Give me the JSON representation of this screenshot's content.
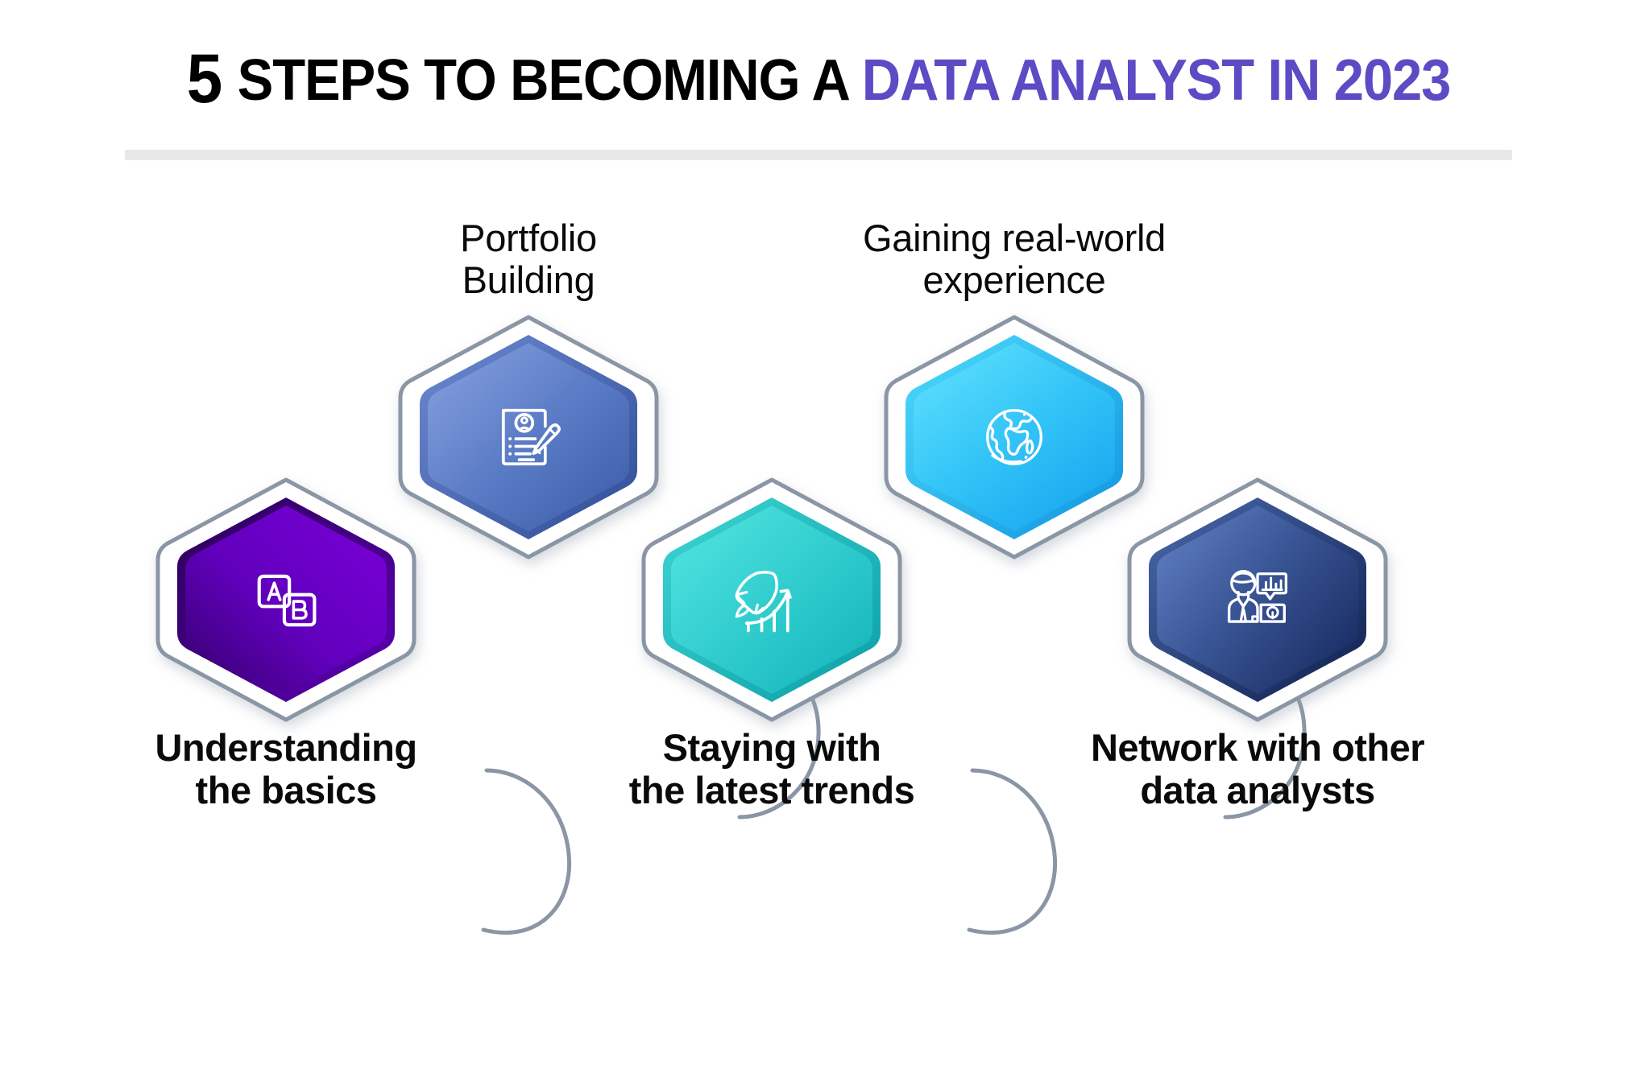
{
  "header": {
    "title_number": "5",
    "title_plain": " STEPS TO BECOMING A ",
    "title_accent": "DATA ANALYST IN 2023",
    "accent_color": "#5b4bc4",
    "rule_color": "#e8e8e8"
  },
  "diagram": {
    "type": "hexagon-step-flow",
    "step_count": 5,
    "connector_color": "#8b96a5",
    "ring_color": "#8b96a5",
    "steps": [
      {
        "index": 1,
        "label": "Understanding\nthe basics",
        "label_position": "bottom",
        "icon": "ab-letter-blocks-icon",
        "color_from": "#7b00d8",
        "color_to": "#33006b",
        "vertical": "low"
      },
      {
        "index": 2,
        "label": "Portfolio\nBuilding",
        "label_position": "top",
        "icon": "resume-document-pencil-icon",
        "color_from": "#7f9ade",
        "color_to": "#3b5aa6",
        "vertical": "high"
      },
      {
        "index": 3,
        "label": "Staying with\nthe latest trends",
        "label_position": "bottom",
        "icon": "rocket-growth-chart-icon",
        "color_from": "#4fe3e0",
        "color_to": "#12b2b8",
        "vertical": "low"
      },
      {
        "index": 4,
        "label": "Gaining real-world\nexperience",
        "label_position": "top",
        "icon": "globe-icon",
        "color_from": "#53dcfb",
        "color_to": "#16a3ef",
        "vertical": "high"
      },
      {
        "index": 5,
        "label": "Network with other\ndata analysts",
        "label_position": "bottom",
        "icon": "analyst-presenting-chart-icon",
        "color_from": "#5470b4",
        "color_to": "#16295e",
        "vertical": "low"
      }
    ]
  }
}
